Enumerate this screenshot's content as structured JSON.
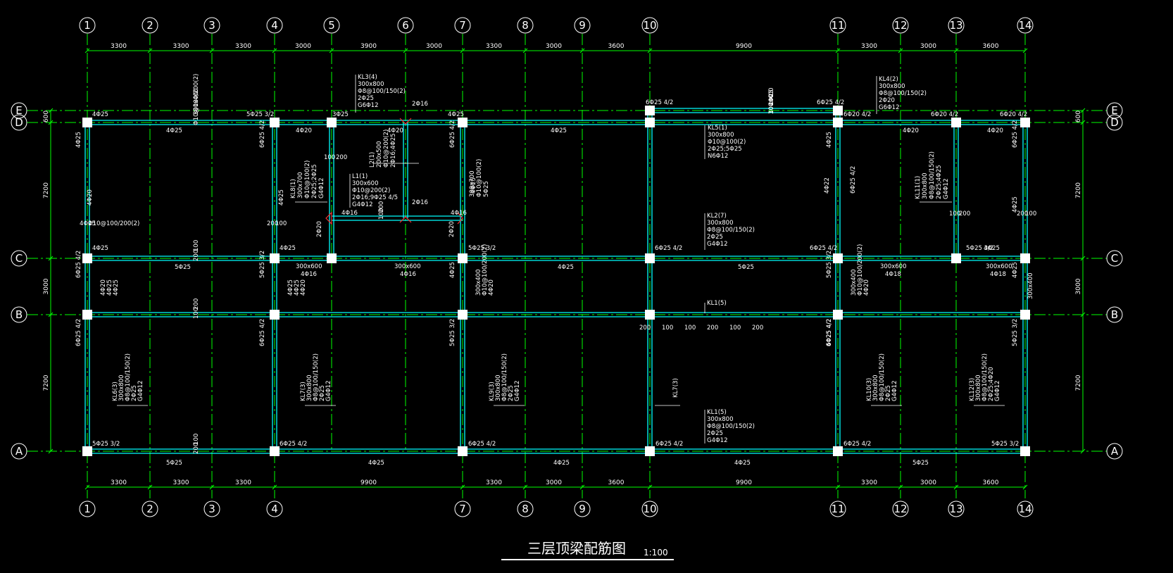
{
  "colors": {
    "background": "#000000",
    "grid": "#00ff00",
    "beam": "#00ffff",
    "beam_dark": "#007f7f",
    "column": "#ffffff",
    "text": "#ffffff",
    "highlight": "#ff3030"
  },
  "grid": {
    "vertical": [
      "1",
      "2",
      "3",
      "4",
      "5",
      "6",
      "7",
      "8",
      "9",
      "10",
      "11",
      "12",
      "13",
      "14"
    ],
    "bottom_axes": [
      "1",
      "2",
      "3",
      "4",
      "7",
      "8",
      "9",
      "10",
      "11",
      "12",
      "13",
      "14"
    ],
    "horizontal": [
      "E",
      "D",
      "C",
      "B",
      "A"
    ]
  },
  "dimensions": {
    "top": [
      "3300",
      "3300",
      "3300",
      "3000",
      "3900",
      "3000",
      "3300",
      "3000",
      "3600",
      "9900",
      "3300",
      "3000",
      "3600"
    ],
    "bottom": [
      "3300",
      "3300",
      "3300",
      "9900",
      "3300",
      "3000",
      "3600",
      "9900",
      "3300",
      "3000",
      "3600"
    ],
    "side": [
      "600",
      "7200",
      "3000",
      "7200"
    ]
  },
  "annotations": [
    {
      "text": "4Φ25"
    },
    {
      "text": "5Φ25 3/2"
    },
    {
      "text": "3Φ25"
    },
    {
      "text": "2Φ16"
    },
    {
      "text": "4Φ25"
    },
    {
      "text": "6Φ25 4/2"
    },
    {
      "text": "6Φ25 4/2"
    },
    {
      "text": "6Φ20 4/2"
    },
    {
      "text": "6Φ20 4/2"
    },
    {
      "text": "6Φ20 4/2"
    },
    {
      "text": "4Φ25"
    },
    {
      "text": "4Φ20"
    },
    {
      "text": "4Φ20"
    },
    {
      "text": "4Φ25"
    },
    {
      "text": "4Φ20"
    },
    {
      "text": "4Φ20"
    },
    {
      "text": "KL3(4)"
    },
    {
      "text": "300x800"
    },
    {
      "text": "Φ8@100/150(2)"
    },
    {
      "text": "2Φ25"
    },
    {
      "text": "G6Φ12"
    },
    {
      "text": "KL4(2)"
    },
    {
      "text": "300x800"
    },
    {
      "text": "Φ8@100/150(2)"
    },
    {
      "text": "2Φ20"
    },
    {
      "text": "G6Φ12"
    },
    {
      "text": "KL5(1)"
    },
    {
      "text": "300x800"
    },
    {
      "text": "Φ10@100(2)"
    },
    {
      "text": "2Φ25;5Φ25"
    },
    {
      "text": "N6Φ12"
    },
    {
      "text": "L1(1)"
    },
    {
      "text": "300x600"
    },
    {
      "text": "Φ10@200(2)"
    },
    {
      "text": "2Φ16;9Φ25 4/5"
    },
    {
      "text": "G4Φ12"
    },
    {
      "text": "L2(1)"
    },
    {
      "text": "200x500"
    },
    {
      "text": "Φ10@200(2)"
    },
    {
      "text": "2Φ16;4Φ25"
    },
    {
      "text": "KL8(1)"
    },
    {
      "text": "300x700"
    },
    {
      "text": "Φ10@100(2)"
    },
    {
      "text": "2Φ25;2Φ25"
    },
    {
      "text": "G4Φ12"
    },
    {
      "text": "300x700"
    },
    {
      "text": "Φ10@100(2)"
    },
    {
      "text": "5Φ25"
    },
    {
      "text": "KL11(1)"
    },
    {
      "text": "300x800"
    },
    {
      "text": "Φ8@100/150(2)"
    },
    {
      "text": "2Φ25;4Φ25"
    },
    {
      "text": "G4Φ12"
    },
    {
      "text": "KL2(7)"
    },
    {
      "text": "300x800"
    },
    {
      "text": "Φ8@100/150(2)"
    },
    {
      "text": "2Φ25"
    },
    {
      "text": "G4Φ12"
    },
    {
      "text": "4Φ16"
    },
    {
      "text": "4Φ16"
    },
    {
      "text": "2Φ16"
    },
    {
      "text": "2Φ20"
    },
    {
      "text": "2Φ20"
    },
    {
      "text": "4Φ25"
    },
    {
      "text": "4Φ25"
    },
    {
      "text": "5Φ25 3/2"
    },
    {
      "text": "6Φ25 4/2"
    },
    {
      "text": "6Φ25 4/2"
    },
    {
      "text": "5Φ25 3/2"
    },
    {
      "text": "4Φ25"
    },
    {
      "text": "5Φ25"
    },
    {
      "text": "300x600"
    },
    {
      "text": "4Φ16"
    },
    {
      "text": "300x600"
    },
    {
      "text": "4Φ16"
    },
    {
      "text": "4Φ25"
    },
    {
      "text": "5Φ25"
    },
    {
      "text": "300x600"
    },
    {
      "text": "4Φ18"
    },
    {
      "text": "300x600"
    },
    {
      "text": "4Φ18"
    },
    {
      "text": "300x400"
    },
    {
      "text": "KL1(5)"
    },
    {
      "text": "KL6(3)"
    },
    {
      "text": "300x800"
    },
    {
      "text": "Φ8@100/150(2)"
    },
    {
      "text": "2Φ25"
    },
    {
      "text": "G4Φ12"
    },
    {
      "text": "KL7(3)"
    },
    {
      "text": "300x800"
    },
    {
      "text": "Φ8@100/150(2)"
    },
    {
      "text": "2Φ25"
    },
    {
      "text": "G4Φ12"
    },
    {
      "text": "KL9(3)"
    },
    {
      "text": "300x800"
    },
    {
      "text": "Φ8@100/150(2)"
    },
    {
      "text": "2Φ25"
    },
    {
      "text": "G4Φ12"
    },
    {
      "text": "KL7(3)"
    },
    {
      "text": "KL10(3)"
    },
    {
      "text": "300x800"
    },
    {
      "text": "Φ8@100/150(2)"
    },
    {
      "text": "2Φ25"
    },
    {
      "text": "G4Φ12"
    },
    {
      "text": "KL12(3)"
    },
    {
      "text": "300x800"
    },
    {
      "text": "Φ8@100/150(2)"
    },
    {
      "text": "2Φ25;4Φ20"
    },
    {
      "text": "G4Φ12"
    },
    {
      "text": "KL1(5)"
    },
    {
      "text": "300x800"
    },
    {
      "text": "Φ8@100/150(2)"
    },
    {
      "text": "2Φ25"
    },
    {
      "text": "G4Φ12"
    },
    {
      "text": "5Φ25 3/2"
    },
    {
      "text": "6Φ25 4/2"
    },
    {
      "text": "6Φ25 4/2"
    },
    {
      "text": "6Φ25 4/2"
    },
    {
      "text": "6Φ25 4/2"
    },
    {
      "text": "5Φ25 3/2"
    },
    {
      "text": "5Φ25"
    },
    {
      "text": "4Φ25"
    },
    {
      "text": "4Φ25"
    },
    {
      "text": "4Φ25"
    },
    {
      "text": "5Φ25"
    },
    {
      "text": "4Φ25"
    },
    {
      "text": "4Φ20"
    },
    {
      "text": "6Φ25 4/2"
    },
    {
      "text": "4Φ25"
    },
    {
      "text": "6Φ25 4/2"
    },
    {
      "text": "4Φ25"
    },
    {
      "text": "4Φ25"
    },
    {
      "text": "4Φ22"
    },
    {
      "text": "6Φ25 4/2"
    },
    {
      "text": "5Φ25 3/2"
    },
    {
      "text": "4Φ25"
    },
    {
      "text": "6Φ25 4/2"
    },
    {
      "text": "6Φ25 4/2"
    },
    {
      "text": "5Φ25 3/2"
    },
    {
      "text": "4Φ25"
    },
    {
      "text": "6Φ25 4/2"
    },
    {
      "text": "6Φ25 4/2"
    },
    {
      "text": "6Φ25 4/2"
    },
    {
      "text": "5Φ25 3/2"
    },
    {
      "text": "6Φ25 4/2"
    },
    {
      "text": "5Φ25 3/2"
    },
    {
      "text": "4Φ25"
    },
    {
      "text": "4Φ25"
    },
    {
      "text": "4Φ20"
    },
    {
      "text": "4Φ25"
    },
    {
      "text": "4Φ25"
    },
    {
      "text": "4Φ25"
    },
    {
      "text": "4Φ25"
    },
    {
      "text": "4Φ20"
    },
    {
      "text": "300x400"
    },
    {
      "text": "Φ10@100/200(2)"
    },
    {
      "text": "4Φ20"
    },
    {
      "text": "300x400"
    },
    {
      "text": "Φ10@100/200(2)"
    },
    {
      "text": "4Φ20"
    },
    {
      "text": "300x400"
    },
    {
      "text": "Φ10@100/200(2)"
    },
    {
      "text": "4Φ25"
    },
    {
      "text": "300x400"
    },
    {
      "text": "Φ10@100/200(2)"
    },
    {
      "text": "4Φ25"
    },
    {
      "text": "100"
    },
    {
      "text": "200"
    },
    {
      "text": "100"
    },
    {
      "text": "200"
    },
    {
      "text": "200"
    },
    {
      "text": "100"
    },
    {
      "text": "200"
    },
    {
      "text": "100"
    },
    {
      "text": "100"
    },
    {
      "text": "200"
    },
    {
      "text": "100"
    },
    {
      "text": "200"
    },
    {
      "text": "100"
    },
    {
      "text": "200"
    },
    {
      "text": "200"
    },
    {
      "text": "100"
    },
    {
      "text": "200"
    },
    {
      "text": "100"
    },
    {
      "text": "200"
    },
    {
      "text": "100"
    },
    {
      "text": "100"
    },
    {
      "text": "200"
    },
    {
      "text": "100"
    },
    {
      "text": "200"
    }
  ],
  "title": {
    "text": "三层顶梁配筋图",
    "scale": "1:100"
  }
}
